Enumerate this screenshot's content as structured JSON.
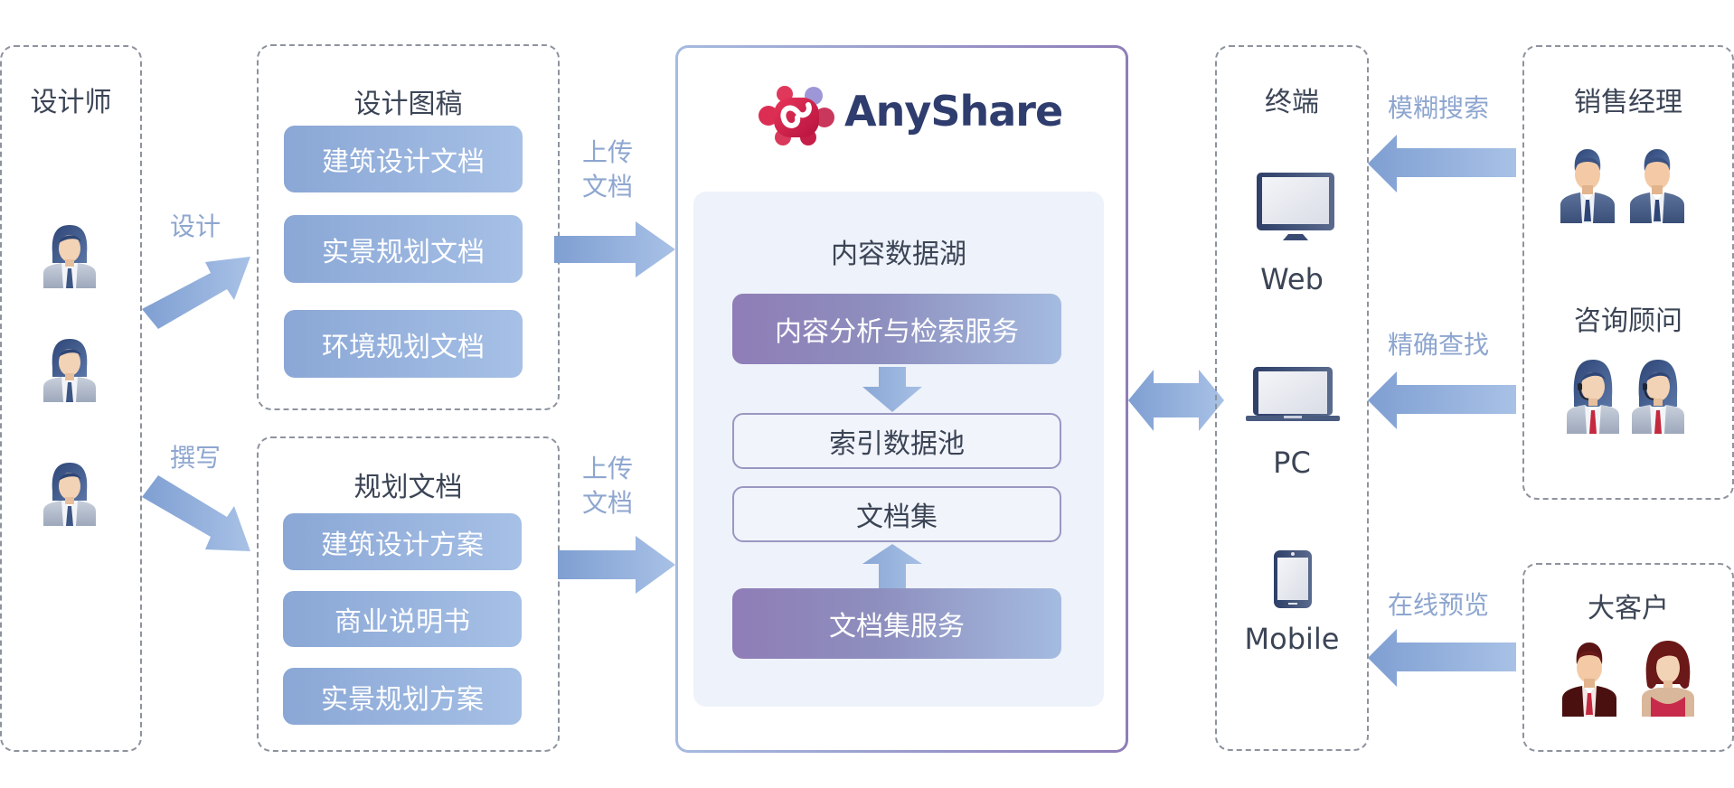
{
  "designer_panel": {
    "title": "设计师",
    "figures": [
      "designer",
      "designer",
      "designer"
    ]
  },
  "flows_left": {
    "design_label": "设计",
    "write_label": "撰写"
  },
  "design_drafts": {
    "title": "设计图稿",
    "items": [
      "建筑设计文档",
      "实景规划文档",
      "环境规划文档"
    ]
  },
  "planning_docs": {
    "title": "规划文档",
    "items": [
      "建筑设计方案",
      "商业说明书",
      "实景规划方案"
    ]
  },
  "upload": {
    "top_label_line1": "上传",
    "top_label_line2": "文档",
    "bottom_label_line1": "上传",
    "bottom_label_line2": "文档"
  },
  "anyshare": {
    "brand": "AnyShare",
    "lake_title": "内容数据湖",
    "analysis_service": "内容分析与检索服务",
    "index_pool": "索引数据池",
    "doc_set": "文档集",
    "doc_set_service": "文档集服务"
  },
  "terminals": {
    "title": "终端",
    "devices": [
      {
        "icon": "monitor-icon",
        "label": "Web"
      },
      {
        "icon": "laptop-icon",
        "label": "PC"
      },
      {
        "icon": "tablet-icon",
        "label": "Mobile"
      }
    ]
  },
  "actions_right": {
    "fuzzy_search": "模糊搜索",
    "exact_find": "精确查找",
    "online_preview": "在线预览"
  },
  "user_groups": {
    "sales_manager": "销售经理",
    "consultant": "咨询顾问",
    "key_customer": "大客户"
  },
  "colors": {
    "arrow_blue_start": "#7f9fd2",
    "arrow_blue_end": "#a8c1e6",
    "service_purple": "#8f7db7",
    "brand_navy": "#2f3d6e",
    "brand_red": "#d8294e",
    "label_blue": "#8ea6cf",
    "title_dark": "#3c4556"
  }
}
